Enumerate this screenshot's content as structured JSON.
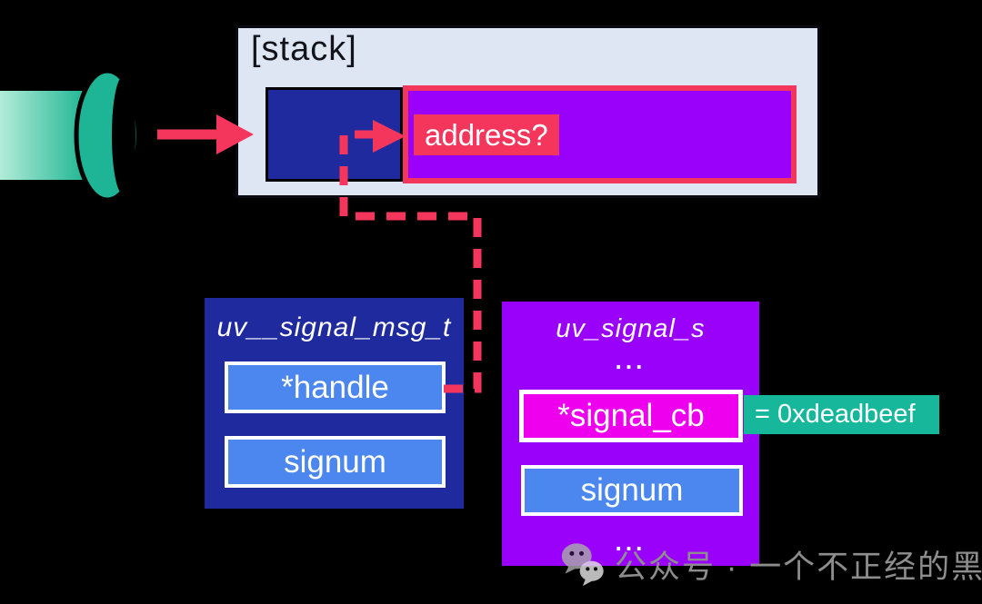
{
  "colors": {
    "background": "#000000",
    "stack_panel": "#dde6f2",
    "dark_blue": "#1e2a9d",
    "purple": "#9901fa",
    "magenta": "#ee00ee",
    "accent_red": "#f5365c",
    "field_blue": "#4b87ee",
    "teal": "#17b79c",
    "cylinder_light": "#b9eedb",
    "cylinder_teal": "#23b795",
    "watermark_gray": "#8d8d8d"
  },
  "stack": {
    "title": "[stack]",
    "address_label": "address?"
  },
  "msg_struct": {
    "title": "uv__signal_msg_t",
    "handle_label": "*handle",
    "signum_label": "signum"
  },
  "signal_struct": {
    "title": "uv_signal_s",
    "ellipsis_top": "...",
    "signal_cb_label": "*signal_cb",
    "signal_cb_value": "= 0xdeadbeef",
    "signum_label": "signum",
    "ellipsis_bottom": "..."
  },
  "watermark": {
    "text": "公众号 · 一个不正经的黑客"
  }
}
